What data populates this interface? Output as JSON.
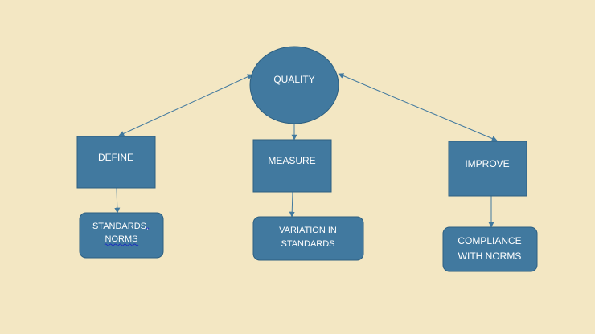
{
  "nodes": {
    "quality": "QUALITY",
    "define": "DEFINE",
    "measure": "MEASURE",
    "improve": "IMPROVE",
    "standards_line1": "STANDARDS,",
    "standards_line2": "NORMS",
    "variation_line1": "VARIATION IN",
    "variation_line2": "STANDARDS",
    "compliance_line1": "COMPLIANCE",
    "compliance_line2": "WITH NORMS"
  },
  "colors": {
    "background": "#f3e7c3",
    "shape_fill": "#41799f",
    "text": "#ffffff"
  }
}
